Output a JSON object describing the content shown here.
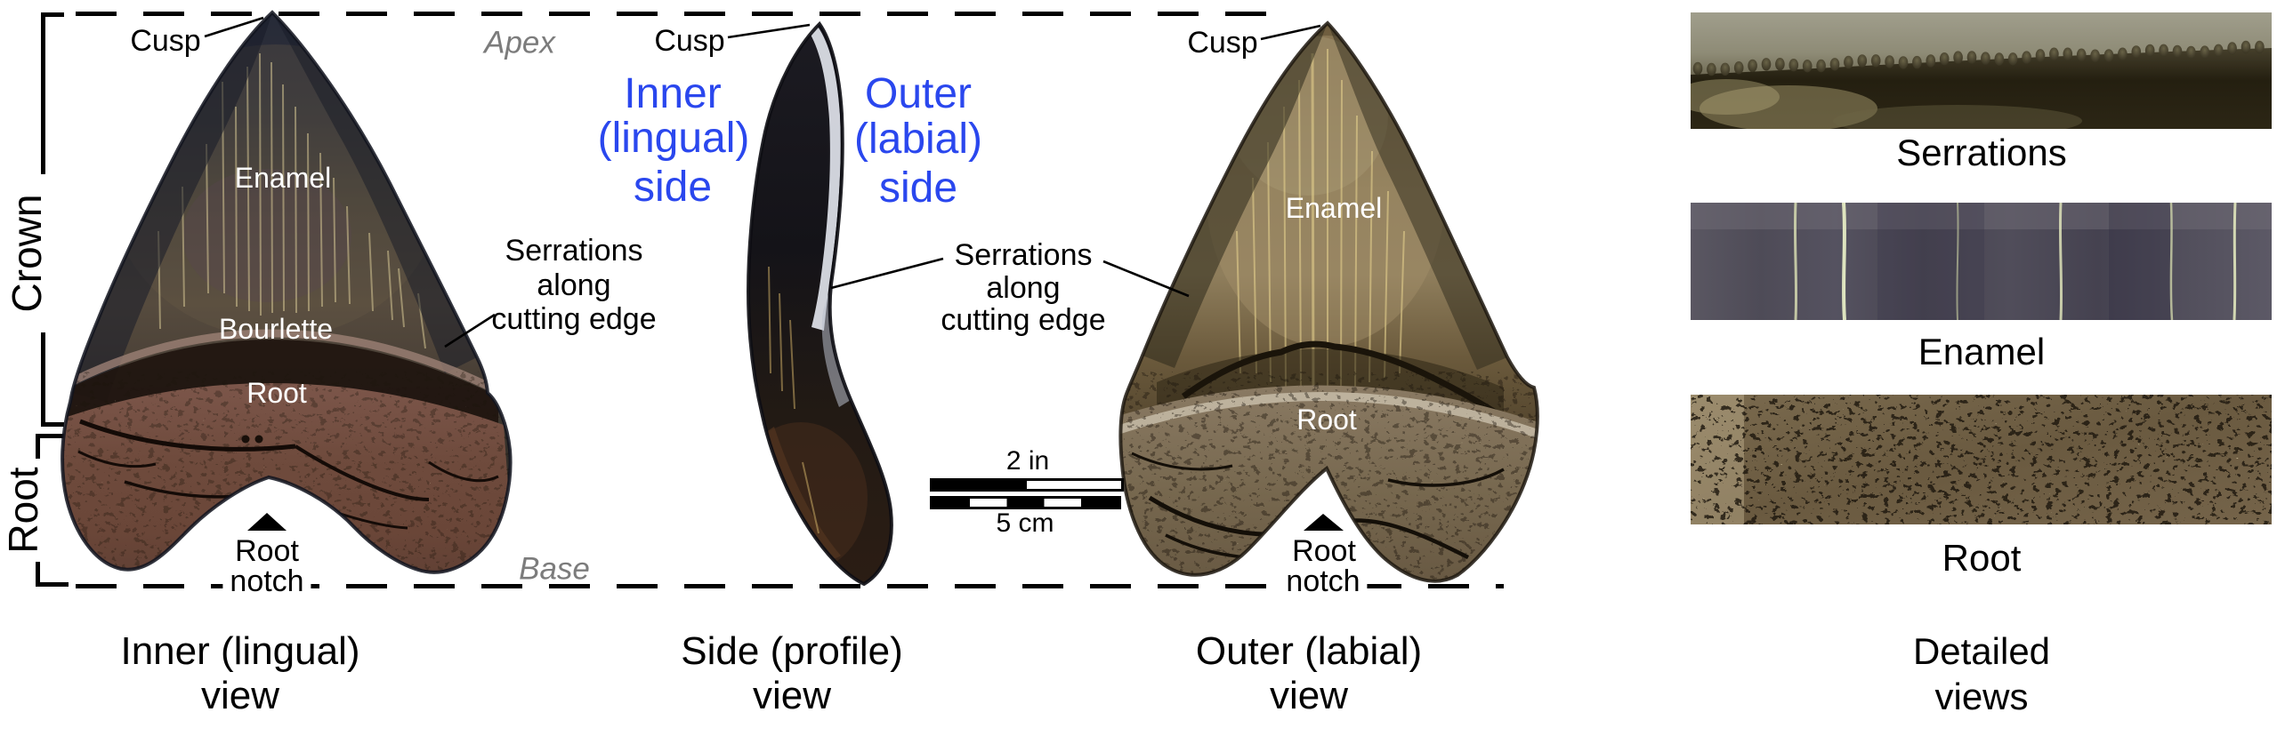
{
  "figure": {
    "apex": "Apex",
    "base": "Base",
    "brackets": {
      "crown": "Crown",
      "root": "Root"
    },
    "lingual": {
      "caption1": "Inner (lingual)",
      "caption2": "view",
      "cusp": "Cusp",
      "enamel": "Enamel",
      "bourlette": "Bourlette",
      "root": "Root",
      "notch1": "Root",
      "notch2": "notch",
      "serr1": "Serrations",
      "serr2": "along",
      "serr3": "cutting edge"
    },
    "profile": {
      "caption1": "Side (profile)",
      "caption2": "view",
      "cusp": "Cusp",
      "inner1": "Inner",
      "inner2": "(lingual)",
      "inner3": "side",
      "outer1": "Outer",
      "outer2": "(labial)",
      "outer3": "side",
      "serr1": "Serrations",
      "serr2": "along",
      "serr3": "cutting edge"
    },
    "labial": {
      "caption1": "Outer (labial)",
      "caption2": "view",
      "cusp": "Cusp",
      "enamel": "Enamel",
      "root": "Root",
      "notch1": "Root",
      "notch2": "notch"
    },
    "scalebar": {
      "imperial": "2 in",
      "metric": "5 cm"
    },
    "details": {
      "serrations": "Serrations",
      "enamel": "Enamel",
      "root": "Root",
      "caption1": "Detailed",
      "caption2": "views"
    },
    "colors": {
      "accent_blue": "#2a47ee",
      "annotation_gray": "#7c7c7c",
      "label_white": "#ffffff",
      "line_black": "#000000"
    }
  }
}
